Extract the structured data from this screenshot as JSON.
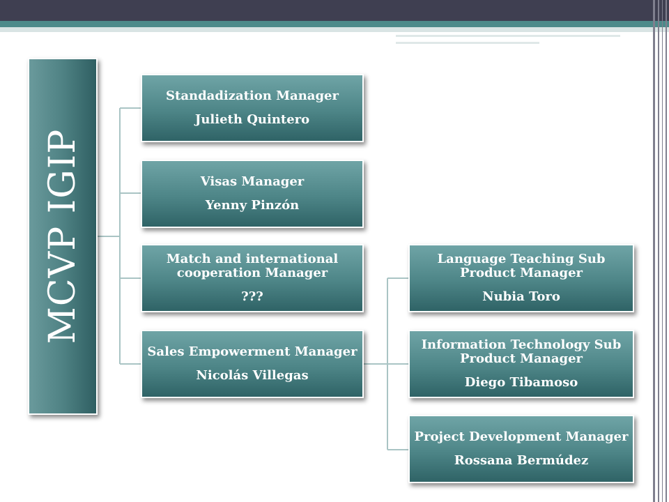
{
  "root": {
    "label": "MCVP IGIP"
  },
  "managers": [
    {
      "title": "Standadization Manager",
      "person": "Julieth Quintero"
    },
    {
      "title": "Visas Manager",
      "person": "Yenny Pinzón"
    },
    {
      "title": "Match and international cooperation Manager",
      "person": "???"
    },
    {
      "title": "Sales Empowerment Manager",
      "person": "Nicolás Villegas"
    }
  ],
  "sub_managers": [
    {
      "title": "Language Teaching Sub Product Manager",
      "person": "Nubia Toro"
    },
    {
      "title": "Information Technology Sub Product Manager",
      "person": "Diego Tibamoso"
    },
    {
      "title": "Project Development Manager",
      "person": "Rossana Bermúdez"
    }
  ],
  "colors": {
    "box_top": "#6fa4a6",
    "box_bottom": "#2f6366",
    "connector": "#a9c4c4",
    "topbar": "#3f3f51",
    "teal_strip": "#4d8a8a"
  }
}
